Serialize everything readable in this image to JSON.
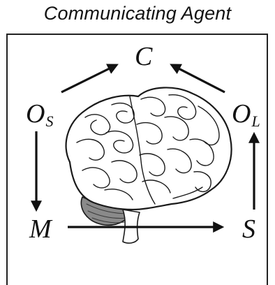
{
  "title": "Communicating Agent",
  "nodes": {
    "c": {
      "base": "C",
      "sub": ""
    },
    "os": {
      "base": "O",
      "sub": "S"
    },
    "ol": {
      "base": "O",
      "sub": "L"
    },
    "m": {
      "base": "M",
      "sub": ""
    },
    "s": {
      "base": "S",
      "sub": ""
    }
  },
  "colors": {
    "ink": "#111111",
    "brain_fill": "#ffffff",
    "cerebellum": "#6a6a6a"
  },
  "icons": {
    "brain": "brain-illustration"
  }
}
